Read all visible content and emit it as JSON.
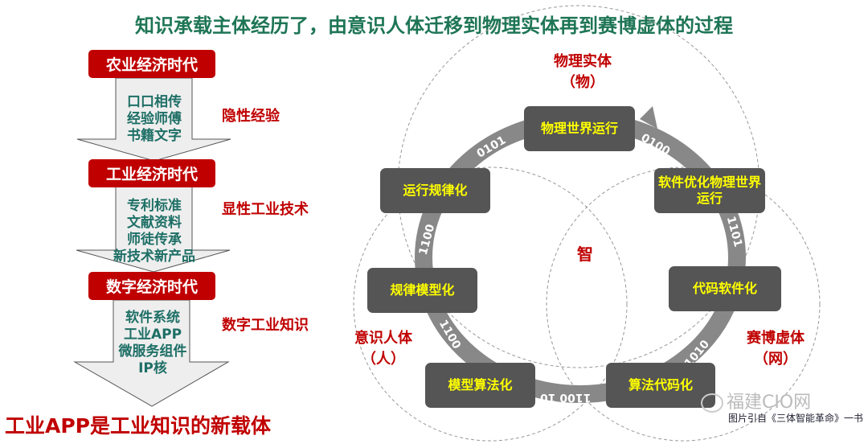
{
  "title": "知识承载主体经历了，由意识人体迁移到物理实体再到赛博虚体的过程",
  "eras": [
    {
      "name": "农业经济时代",
      "items": [
        "口口相传",
        "经验师傅",
        "书籍文字"
      ],
      "knowledge": "隐性经验"
    },
    {
      "name": "工业经济时代",
      "items": [
        "专利标准",
        "文献资料",
        "师徒传承",
        "新技术新产品"
      ],
      "knowledge": "显性工业技术"
    },
    {
      "name": "数字经济时代",
      "items": [
        "软件系统",
        "工业APP",
        "微服务组件",
        "IP核"
      ],
      "knowledge": "数字工业知识"
    }
  ],
  "conclusion": "工业APP是工业知识的新载体",
  "cycle": {
    "nodes": [
      "物理世界运行",
      "软件优化物理世界运行",
      "代码软件化",
      "算法代码化",
      "模型算法化",
      "规律模型化",
      "运行规律化"
    ],
    "binary": [
      "0100",
      "1101",
      "1010",
      "1100 10",
      "1100",
      "1100",
      "0101"
    ],
    "center": "智"
  },
  "entities": {
    "physical": {
      "name": "物理实体",
      "short": "（物）"
    },
    "human": {
      "name": "意识人体",
      "short": "（人）"
    },
    "cyber": {
      "name": "赛博虚体",
      "short": "（网）"
    }
  },
  "watermark": "福建CIO网",
  "caption": "图片引自《三体智能革命》一书",
  "colors": {
    "title": "#1e7556",
    "accent": "#c00000",
    "node_bg": "#555555",
    "node_text": "#ffff00",
    "ring": "#888888"
  }
}
